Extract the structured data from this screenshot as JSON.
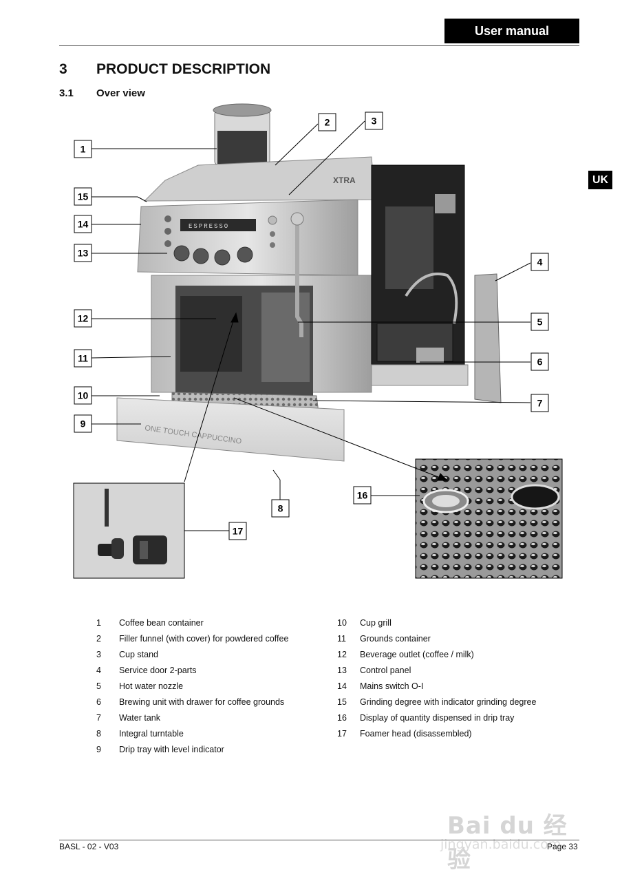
{
  "header": {
    "badge": "User manual",
    "language_tab": "UK"
  },
  "section": {
    "number": "3",
    "title": "PRODUCT DESCRIPTION"
  },
  "subsection": {
    "number": "3.1",
    "title": "Over view"
  },
  "machine": {
    "front_print": "ONE TOUCH CAPPUCCINO",
    "display_text": "ESPRESSO",
    "side_logo": "XTRA"
  },
  "callouts": [
    "1",
    "2",
    "3",
    "4",
    "5",
    "6",
    "7",
    "8",
    "9",
    "10",
    "11",
    "12",
    "13",
    "14",
    "15",
    "16",
    "17"
  ],
  "legend_left": [
    {
      "n": "1",
      "text": "Coffee bean container"
    },
    {
      "n": "2",
      "text": "Filler funnel (with cover) for powdered coffee"
    },
    {
      "n": "3",
      "text": "Cup stand"
    },
    {
      "n": "4",
      "text": "Service door 2-parts"
    },
    {
      "n": "5",
      "text": "Hot water nozzle"
    },
    {
      "n": "6",
      "text": "Brewing unit with drawer for coffee grounds"
    },
    {
      "n": "7",
      "text": "Water tank"
    },
    {
      "n": "8",
      "text": "Integral turntable"
    },
    {
      "n": "9",
      "text": "Drip tray with level indicator"
    }
  ],
  "legend_right": [
    {
      "n": "10",
      "text": "Cup grill"
    },
    {
      "n": "11",
      "text": "Grounds container"
    },
    {
      "n": "12",
      "text": "Beverage outlet (coffee / milk)"
    },
    {
      "n": "13",
      "text": "Control panel"
    },
    {
      "n": "14",
      "text": "Mains switch O-I"
    },
    {
      "n": "15",
      "text": "Grinding degree with indicator grinding degree"
    },
    {
      "n": "16",
      "text": "Display of quantity dispensed in drip tray"
    },
    {
      "n": "17",
      "text": "Foamer head (disassembled)"
    }
  ],
  "footer": {
    "left": "BASL - 02 - V03",
    "right": "Page 33"
  },
  "watermark": {
    "brand": "Bai du 经验",
    "site": "jingyan.baidu.com"
  }
}
